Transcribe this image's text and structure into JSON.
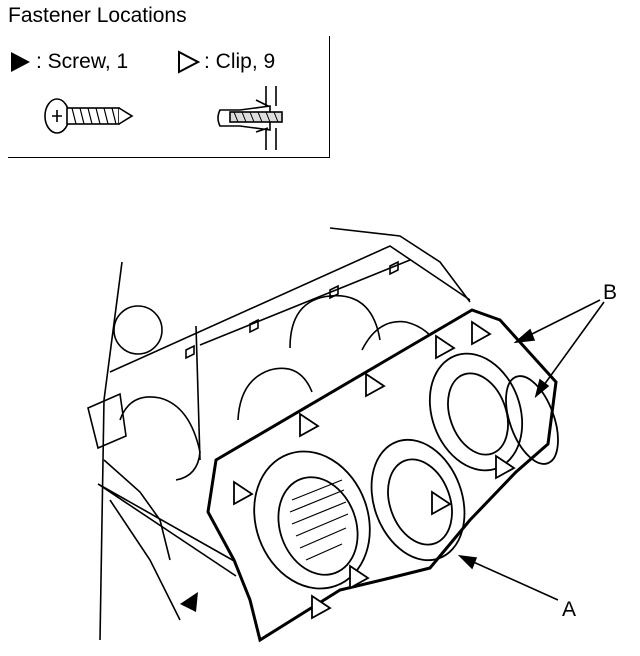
{
  "title": "Fastener Locations",
  "legend": {
    "screw_label": ": Screw, 1",
    "clip_label": ": Clip, 9"
  },
  "callouts": {
    "b": "B",
    "a": "A"
  }
}
